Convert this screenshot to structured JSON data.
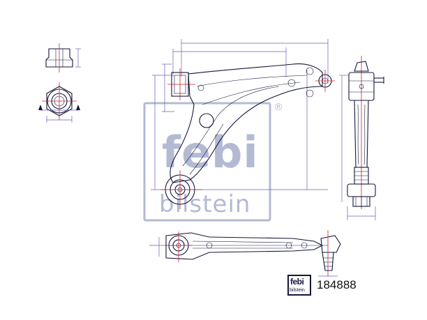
{
  "watermark": {
    "brand": "febi",
    "sub": "bilstein",
    "registered": "®"
  },
  "logo": {
    "brand": "febi",
    "sub": "bilstein"
  },
  "part_number": "184888",
  "colors": {
    "line": "#14163a",
    "dimension": "#6a5fb0",
    "centerline": "#c8232c",
    "watermark": "#b4bad3"
  }
}
